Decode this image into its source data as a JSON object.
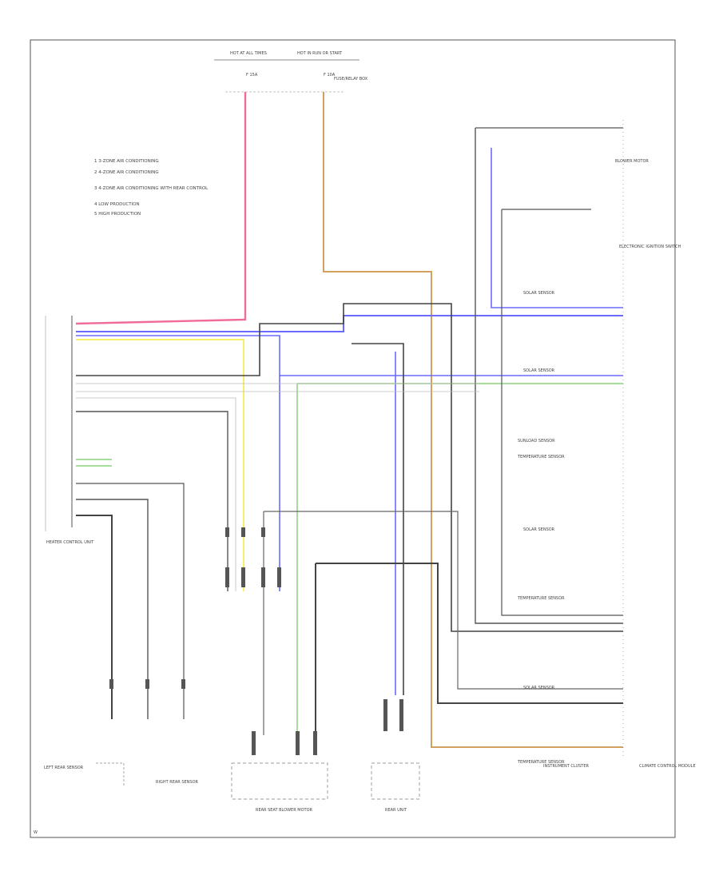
{
  "title_block": {
    "fuse_left": "HOT AT ALL TIMES",
    "fuse_right": "HOT IN RUN OR START",
    "fuse_left_id": "F 15A",
    "fuse_right_id": "F 10A",
    "fuse_box_label": "FUSE/RELAY BOX"
  },
  "legend": {
    "items": [
      "1  3-ZONE AIR CONDITIONING",
      "2  4-ZONE AIR CONDITIONING",
      "3  4-ZONE AIR CONDITIONING WITH REAR CONTROL",
      "4  LOW PRODUCTION",
      "5  HIGH PRODUCTION"
    ]
  },
  "components": {
    "left_module": "HEATER CONTROL UNIT",
    "rear_unit": "REAR UNIT",
    "rear_seat_blower": "REAR SEAT BLOWER MOTOR",
    "right_connector": "CLIMATE CONTROL MODULE",
    "blower_top_right": "BLOWER MOTOR",
    "mid_right_module": "ELECTRONIC IGNITION SWITCH",
    "bottom_left_1": "LEFT REAR SENSOR",
    "bottom_left_2": "RIGHT REAR SENSOR",
    "bottom_right": "INSTRUMENT CLUSTER",
    "footer_code": "W"
  },
  "right_labels": [
    "SOLAR SENSOR",
    "SOLAR SENSOR",
    "SUNLOAD SENSOR",
    "TEMPERATURE SENSOR",
    "SOLAR SENSOR",
    "TEMPERATURE SENSOR",
    "SOLAR SENSOR",
    "TEMPERATURE SENSOR"
  ],
  "wire_colors": {
    "pink": "#f06a9a",
    "blue": "#6a6aff",
    "yellow": "#f4f06a",
    "tan": "#d4a060",
    "green": "#8ad27a",
    "dark": "#333333",
    "gray": "#888888"
  }
}
